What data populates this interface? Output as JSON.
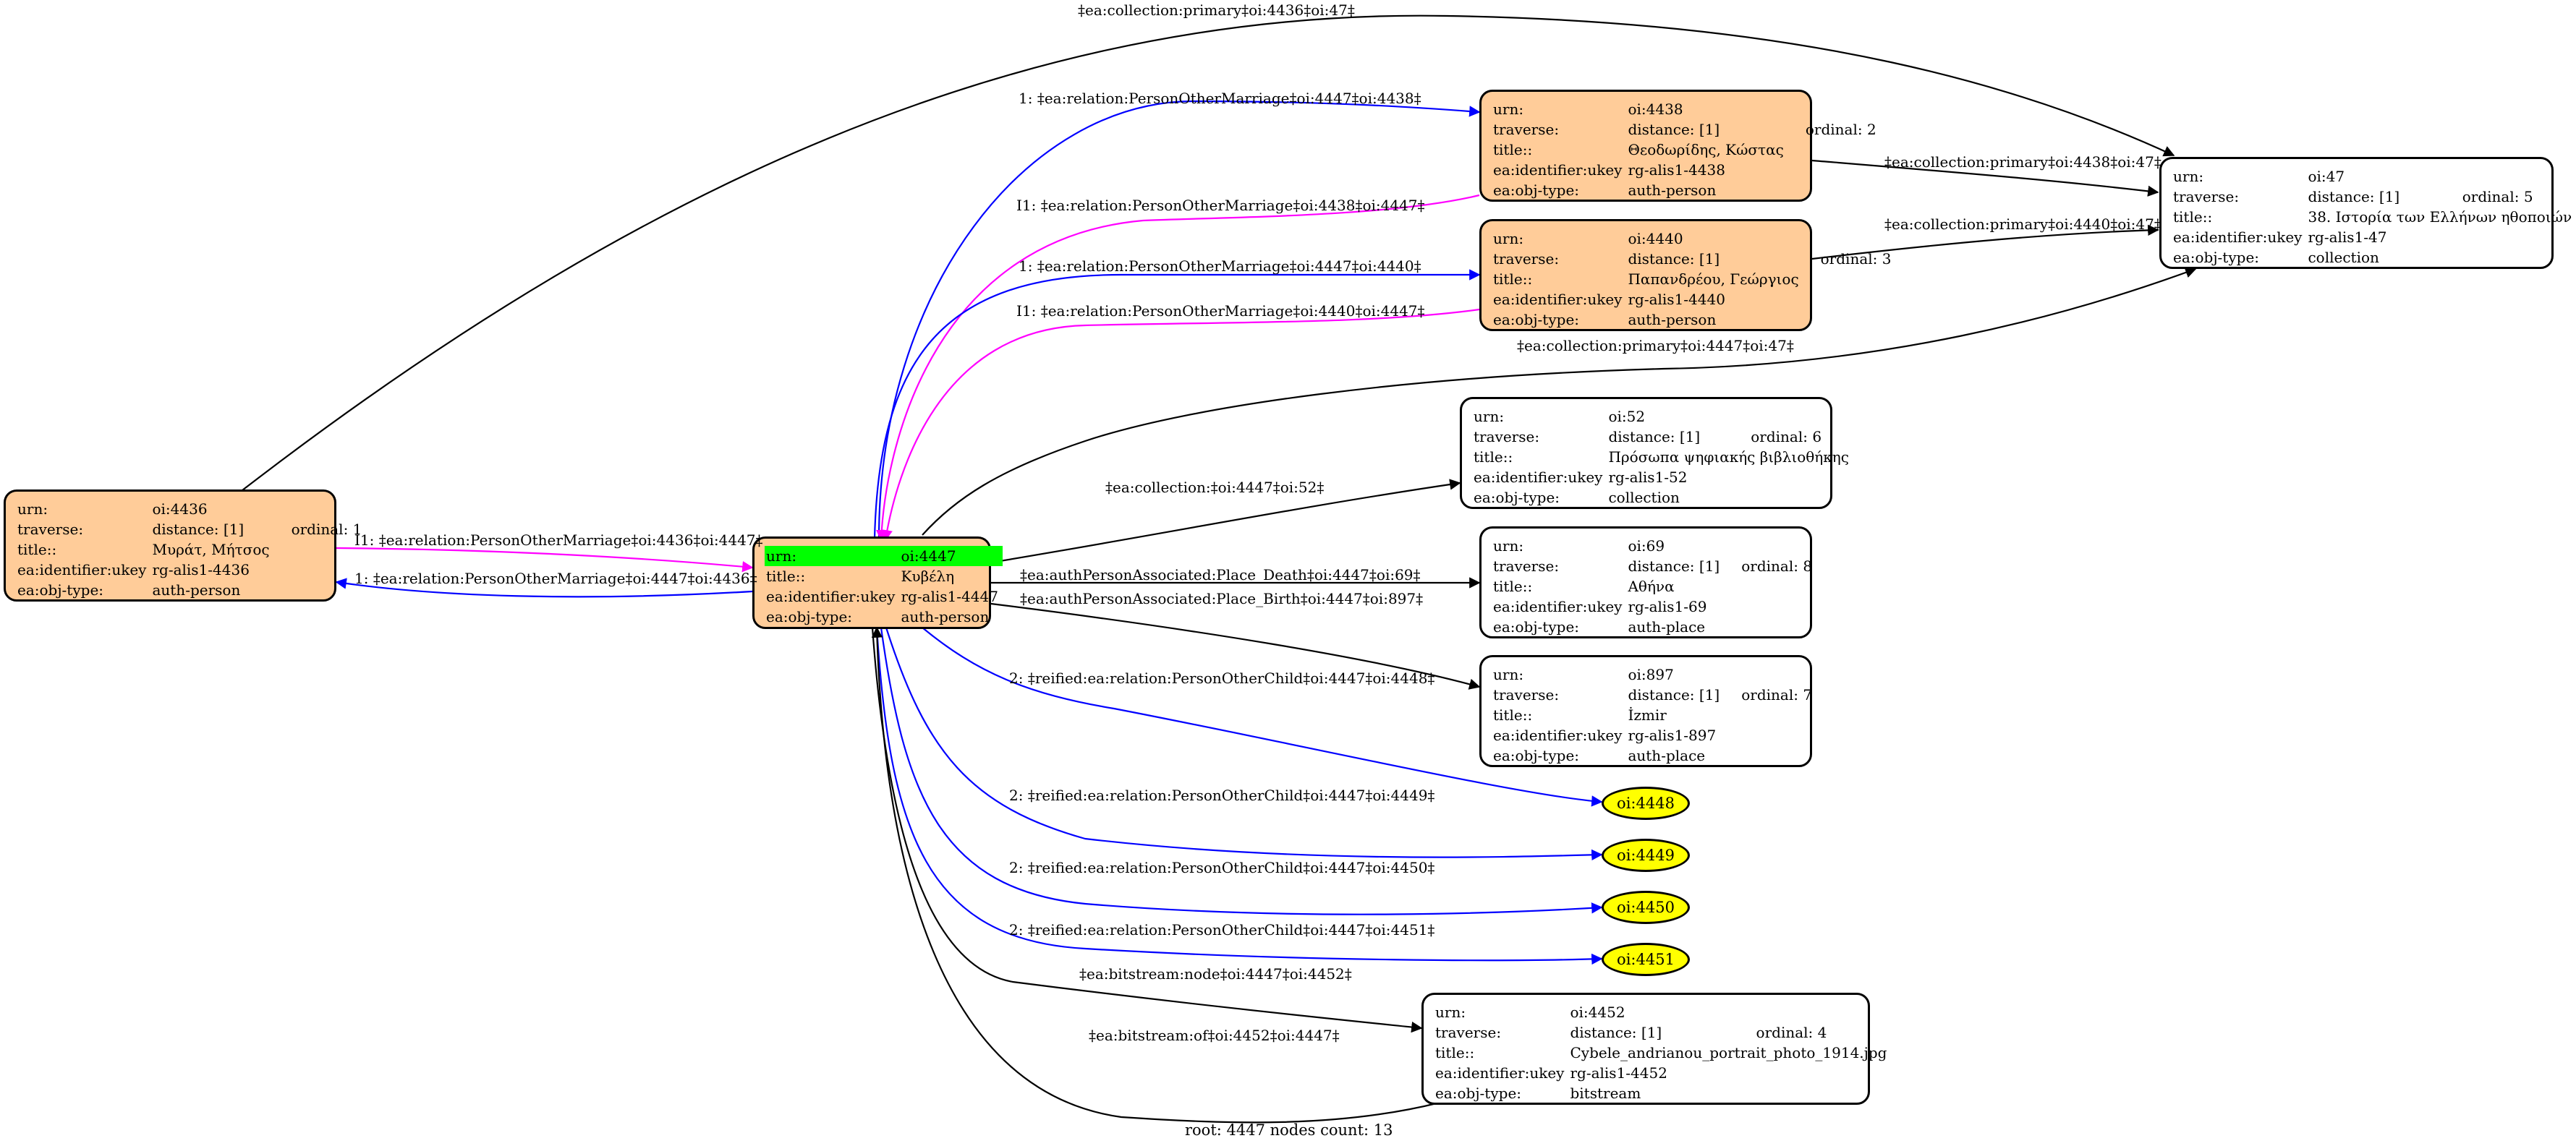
{
  "nodes": {
    "n4436": {
      "urn": "oi:4436",
      "distance": "distance: [1]",
      "ordinal": "ordinal: 1",
      "title": "Μυράτ, Μήτσος",
      "ukey": "rg-alis1-4436",
      "type": "auth-person"
    },
    "n4447": {
      "urn": "oi:4447",
      "title": "Κυβέλη",
      "ukey": "rg-alis1-4447",
      "type": "auth-person"
    },
    "n4438": {
      "urn": "oi:4438",
      "distance": "distance: [1]",
      "ordinal": "ordinal: 2",
      "title": "Θεοδωρίδης, Κώστας",
      "ukey": "rg-alis1-4438",
      "type": "auth-person"
    },
    "n4440": {
      "urn": "oi:4440",
      "distance": "distance: [1]",
      "ordinal": "ordinal: 3",
      "title": "Παπανδρέου, Γεώργιος",
      "ukey": "rg-alis1-4440",
      "type": "auth-person"
    },
    "n47": {
      "urn": "oi:47",
      "distance": "distance: [1]",
      "ordinal": "ordinal: 5",
      "title": "38. Ιστορία των Ελλήνων ηθοποιών",
      "ukey": "rg-alis1-47",
      "type": "collection"
    },
    "n52": {
      "urn": "oi:52",
      "distance": "distance: [1]",
      "ordinal": "ordinal: 6",
      "title": "Πρόσωπα ψηφιακής βιβλιοθήκης",
      "ukey": "rg-alis1-52",
      "type": "collection"
    },
    "n69": {
      "urn": "oi:69",
      "distance": "distance: [1]",
      "ordinal": "ordinal: 8",
      "title": "Αθήνα",
      "ukey": "rg-alis1-69",
      "type": "auth-place"
    },
    "n897": {
      "urn": "oi:897",
      "distance": "distance: [1]",
      "ordinal": "ordinal: 7",
      "title": "İzmir",
      "ukey": "rg-alis1-897",
      "type": "auth-place"
    },
    "n4452": {
      "urn": "oi:4452",
      "distance": "distance: [1]",
      "ordinal": "ordinal: 4",
      "title": "Cybele_andrianou_portrait_photo_1914.jpg",
      "ukey": "rg-alis1-4452",
      "type": "bitstream"
    }
  },
  "keys": {
    "urn": "urn:",
    "traverse": "traverse:",
    "title": "title::",
    "ukey": "ea:identifier:ukey",
    "type": "ea:obj-type:"
  },
  "ellipses": {
    "e4448": "oi:4448",
    "e4449": "oi:4449",
    "e4450": "oi:4450",
    "e4451": "oi:4451"
  },
  "edge_labels": {
    "l_4436_47": "‡ea:collection:primary‡oi:4436‡oi:47‡",
    "l_4447_4438": "1: ‡ea:relation:PersonOtherMarriage‡oi:4447‡oi:4438‡",
    "l_4438_4447": "I1: ‡ea:relation:PersonOtherMarriage‡oi:4438‡oi:4447‡",
    "l_4438_47": "‡ea:collection:primary‡oi:4438‡oi:47‡",
    "l_4447_4440": "1: ‡ea:relation:PersonOtherMarriage‡oi:4447‡oi:4440‡",
    "l_4440_47": "‡ea:collection:primary‡oi:4440‡oi:47‡",
    "l_4440_4447": "I1: ‡ea:relation:PersonOtherMarriage‡oi:4440‡oi:4447‡",
    "l_4447_47": "‡ea:collection:primary‡oi:4447‡oi:47‡",
    "l_4447_52": "‡ea:collection:‡oi:4447‡oi:52‡",
    "l_4436_4447": "I1: ‡ea:relation:PersonOtherMarriage‡oi:4436‡oi:4447‡",
    "l_4447_4436": "1: ‡ea:relation:PersonOtherMarriage‡oi:4447‡oi:4436‡",
    "l_4447_69": "‡ea:authPersonAssociated:Place_Death‡oi:4447‡oi:69‡",
    "l_4447_897": "‡ea:authPersonAssociated:Place_Birth‡oi:4447‡oi:897‡",
    "l_4447_4448": "2: ‡reified:ea:relation:PersonOtherChild‡oi:4447‡oi:4448‡",
    "l_4447_4449": "2: ‡reified:ea:relation:PersonOtherChild‡oi:4447‡oi:4449‡",
    "l_4447_4450": "2: ‡reified:ea:relation:PersonOtherChild‡oi:4447‡oi:4450‡",
    "l_4447_4451": "2: ‡reified:ea:relation:PersonOtherChild‡oi:4447‡oi:4451‡",
    "l_4447_4452": "‡ea:bitstream:node‡oi:4447‡oi:4452‡",
    "l_4452_4447": "‡ea:bitstream:of‡oi:4452‡oi:4447‡"
  },
  "footer": "root: 4447 nodes count: 13",
  "colors": {
    "person_fill": "#ffcc99",
    "root_highlight": "#00ff00",
    "leaf_fill": "#ffff00",
    "edge_blue": "#0000ff",
    "edge_magenta": "#ff00ff",
    "edge_black": "#000000"
  }
}
